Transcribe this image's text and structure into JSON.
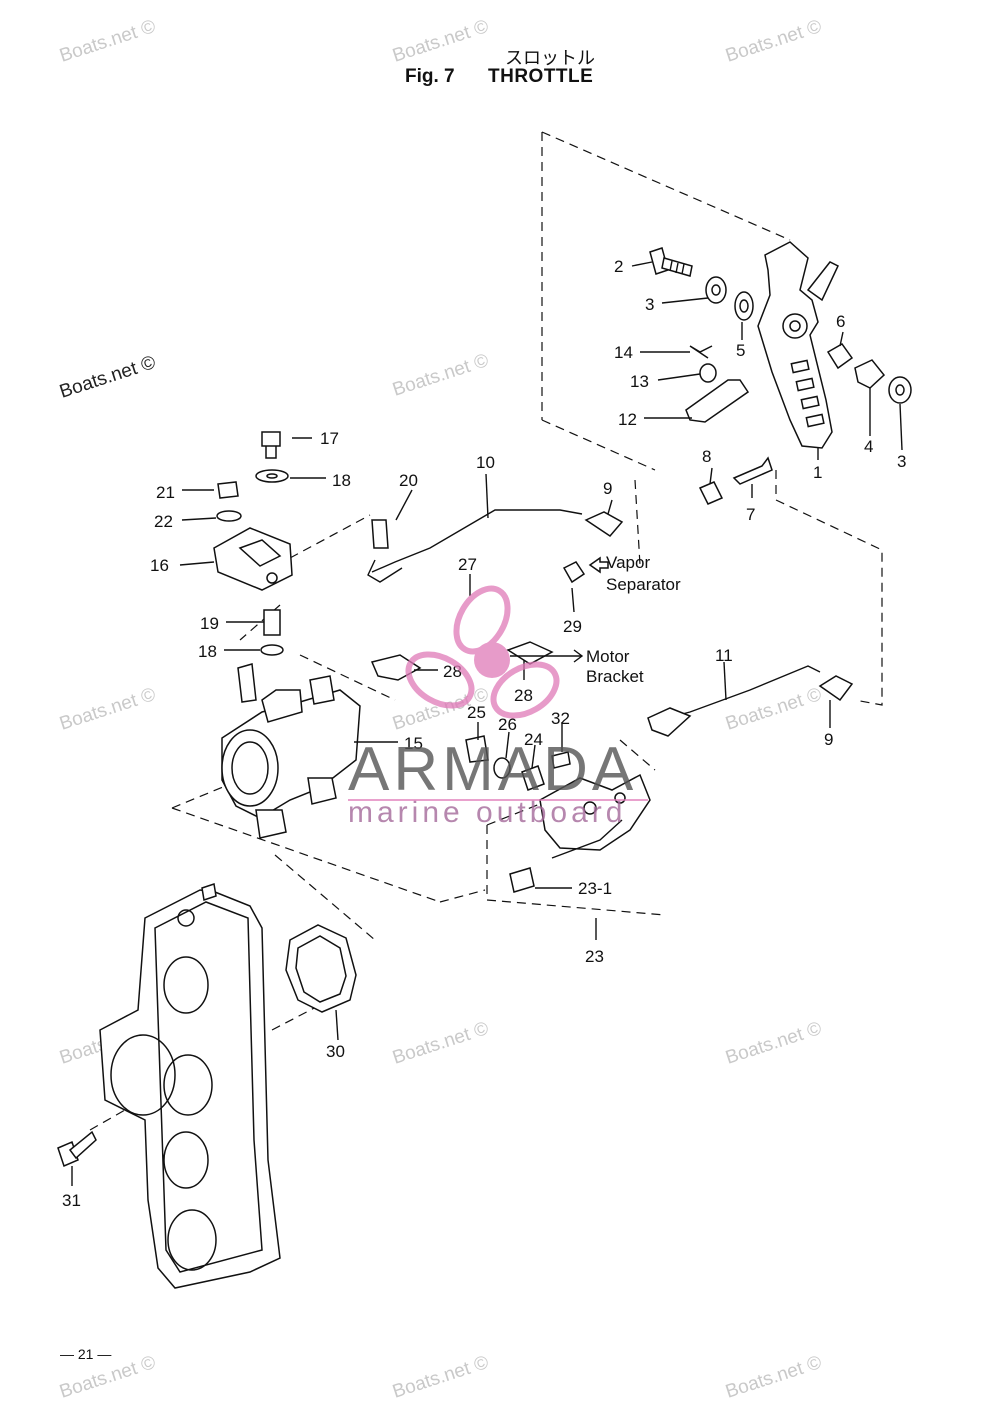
{
  "header": {
    "title_jp": "スロットル",
    "fig_label": "Fig. 7",
    "title": "THROTTLE"
  },
  "labels": {
    "p1": "1",
    "p2": "2",
    "p3a": "3",
    "p3b": "3",
    "p4": "4",
    "p5": "5",
    "p6": "6",
    "p7": "7",
    "p8": "8",
    "p9a": "9",
    "p9b": "9",
    "p10": "10",
    "p11": "11",
    "p12": "12",
    "p13": "13",
    "p14": "14",
    "p15": "15",
    "p16": "16",
    "p17": "17",
    "p18a": "18",
    "p18b": "18",
    "p19": "19",
    "p20": "20",
    "p21": "21",
    "p22": "22",
    "p23": "23",
    "p23_1": "23-1",
    "p24": "24",
    "p25": "25",
    "p26": "26",
    "p27": "27",
    "p28a": "28",
    "p28b": "28",
    "p29": "29",
    "p30": "30",
    "p31": "31",
    "p32": "32"
  },
  "notes": {
    "vapor_line1": "Vapor",
    "vapor_line2": "Separator",
    "motor_line1": "Motor",
    "motor_line2": "Bracket"
  },
  "watermark": {
    "text": "Boats.net ©",
    "brand": "ARMADA",
    "brand_sub": "marine outboard",
    "brand_color": "#e07ab8"
  },
  "footer": {
    "page_number": "— 21 —"
  }
}
